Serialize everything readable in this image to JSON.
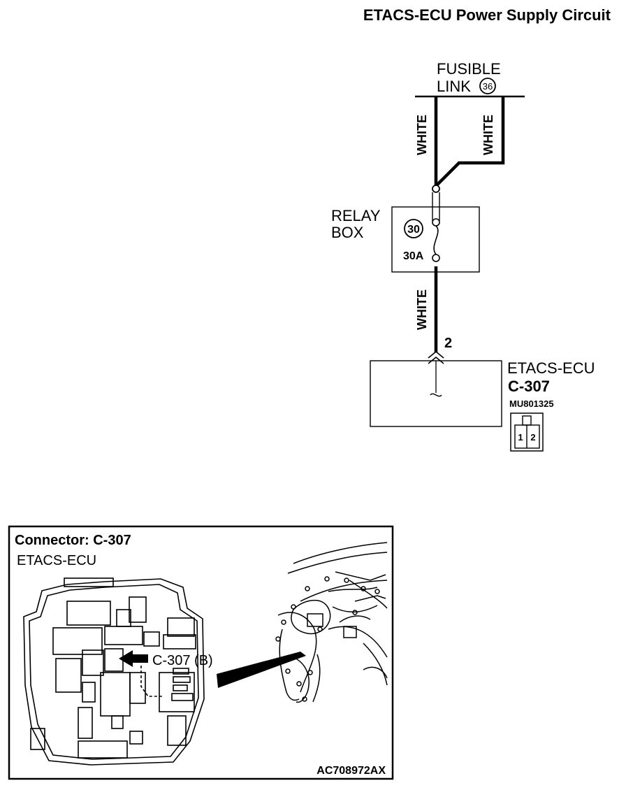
{
  "title": "ETACS-ECU Power Supply Circuit",
  "fusible_link": {
    "label_line1": "FUSIBLE",
    "label_line2": "LINK",
    "number": "36"
  },
  "wire_color": "WHITE",
  "relay_box": {
    "label_line1": "RELAY",
    "label_line2": "BOX",
    "fuse_number": "30",
    "fuse_rating": "30A"
  },
  "pin_number": "2",
  "ecu": {
    "name": "ETACS-ECU",
    "connector": "C-307",
    "part_number": "MU801325",
    "pins": [
      "1",
      "2"
    ]
  },
  "connector_panel": {
    "heading": "Connector: C-307",
    "subheading": "ETACS-ECU",
    "callout": "C-307 (B)",
    "figure_code": "AC708972AX"
  }
}
